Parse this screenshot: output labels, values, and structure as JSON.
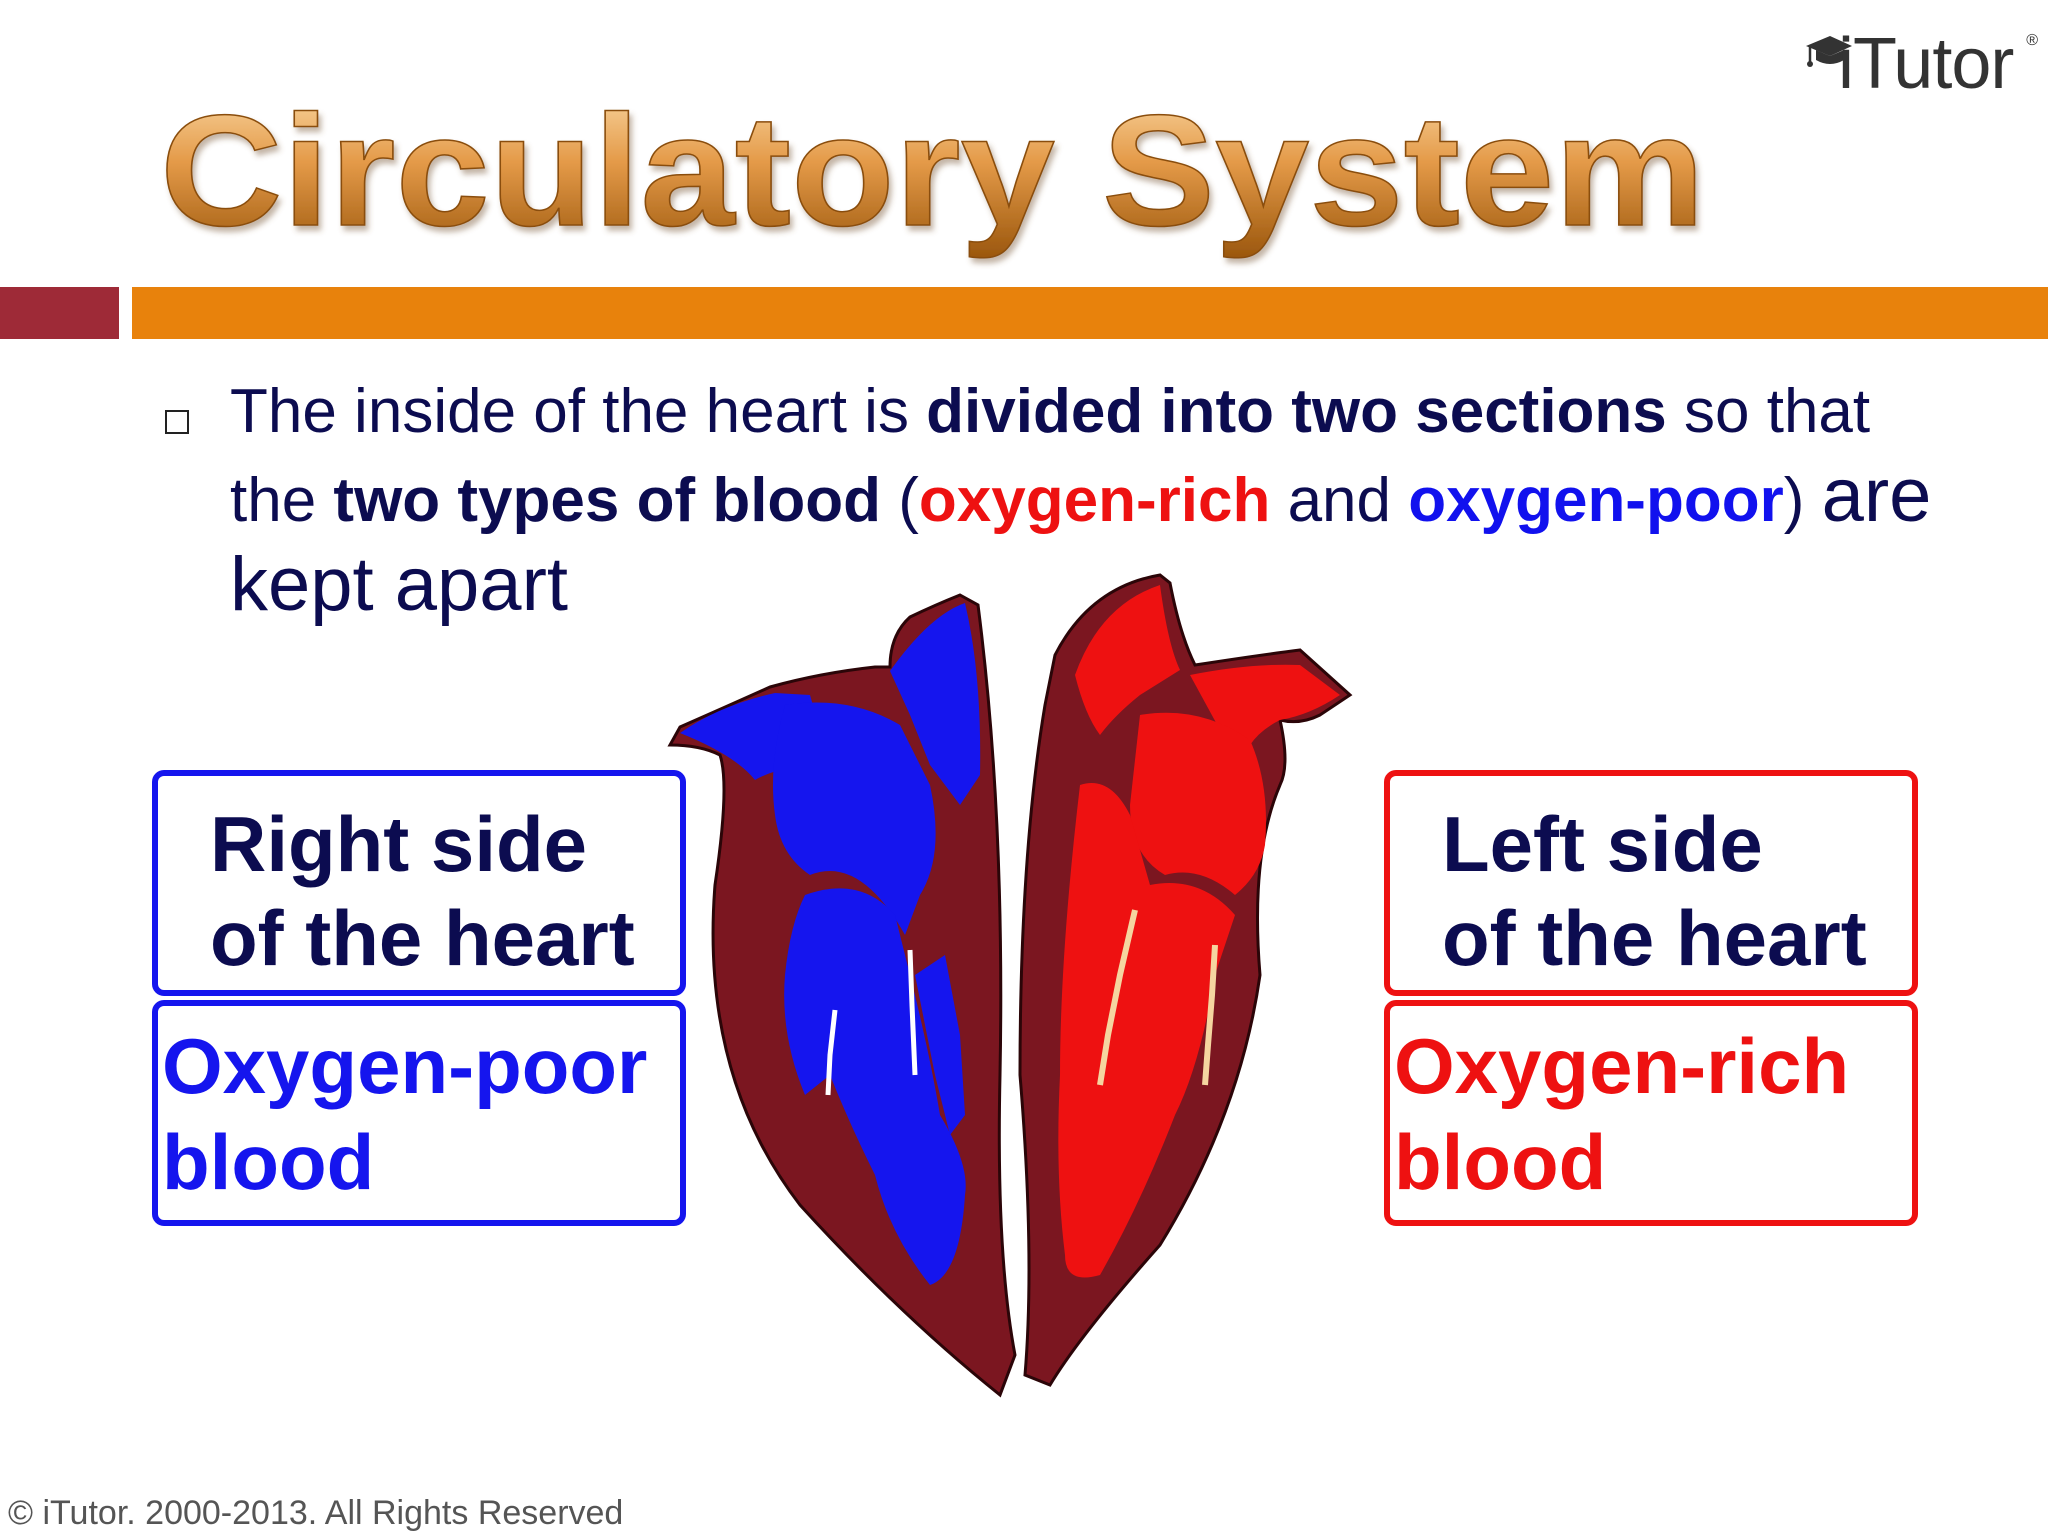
{
  "logo": {
    "text": "iTutor",
    "registered": "®",
    "icon": "graduation-cap-icon"
  },
  "title": "Circulatory System",
  "bullet": {
    "part1": "The inside of the heart is ",
    "bold1": "divided into two sections",
    "part2": " so that the ",
    "bold2": "two types of blood",
    "part3": " (",
    "rich": "oxygen-rich",
    "part4": " and ",
    "poor": "oxygen-poor",
    "part5": ") ",
    "end": "are kept apart"
  },
  "right_side": {
    "heading_line1": "Right side",
    "heading_line2": "of the heart",
    "blood_line1": "Oxygen-poor",
    "blood_line2": "blood"
  },
  "left_side": {
    "heading_line1": "Left side",
    "heading_line2": "of the heart",
    "blood_line1": "Oxygen-rich",
    "blood_line2": "blood"
  },
  "footer": "© iTutor. 2000-2013. All Rights Reserved",
  "colors": {
    "title_gradient_top": "#f4c58a",
    "title_gradient_bottom": "#a85f10",
    "accent_red_bar": "#9e2a37",
    "accent_orange_bar": "#e8820c",
    "heart_muscle": "#7b1620",
    "oxygen_poor": "#1515ee",
    "oxygen_rich": "#ee1111",
    "text_navy": "#0c0c50"
  }
}
